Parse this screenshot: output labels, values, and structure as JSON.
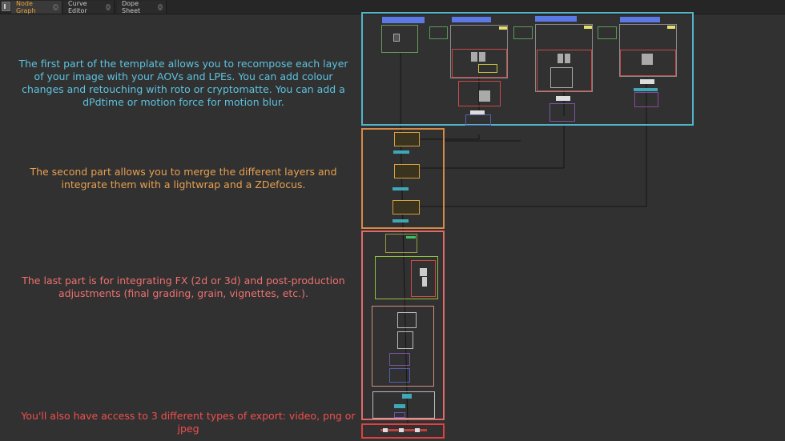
{
  "tabs": [
    {
      "label": "Node Graph",
      "active": true
    },
    {
      "label": "Curve Editor",
      "active": false
    },
    {
      "label": "Dope Sheet",
      "active": false
    }
  ],
  "captions": {
    "part1": "The first part of the template allows you to recompose each layer of your image with your AOVs and LPEs. You can add colour changes and retouching with roto or cryptomatte. You can add a dPdtime or motion force for motion blur.",
    "part2": "The second part allows you to merge the different layers and integrate them with a lightwrap and a ZDefocus.",
    "part3": "The last part is for integrating FX (2d or 3d) and post-production adjustments (final grading, grain, vignettes, etc.).",
    "export": "You'll also have access to 3 different types of export: video, png or jpeg"
  },
  "colors": {
    "background": "#313131",
    "part1": "#5cc3e0",
    "part2": "#e8a050",
    "part3": "#f07070",
    "export": "#f04f4f"
  },
  "icons": {
    "close": "close-icon",
    "panel": "panel-menu-icon"
  }
}
